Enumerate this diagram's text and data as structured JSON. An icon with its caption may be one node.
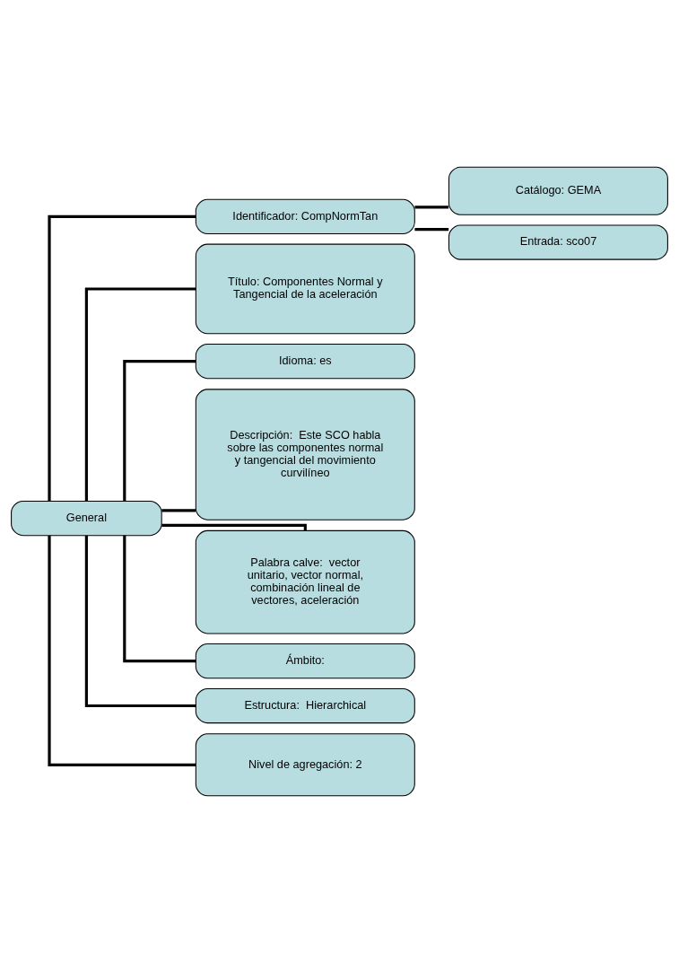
{
  "diagram": {
    "nodes": [
      {
        "text": [
          "General"
        ]
      },
      {
        "text": [
          "Identificador: CompNormTan"
        ]
      },
      {
        "text": [
          "Catálogo: GEMA"
        ]
      },
      {
        "text": [
          "Entrada: sco07"
        ]
      },
      {
        "text": [
          "Título: Componentes Normal y Tangencial de la aceleración"
        ]
      },
      {
        "text": [
          "Idioma: es"
        ]
      },
      {
        "text": [
          "Descripción:  Este SCO habla sobre las componentes normal y tangencial del movimiento curvilíneo"
        ]
      },
      {
        "text": [
          "Palabra calve:  vector unitario, vector normal, combinación lineal de vectores, aceleración"
        ]
      },
      {
        "text": [
          "Ámbito:"
        ]
      },
      {
        "text": [
          "Estructura:  Hierarchical"
        ]
      },
      {
        "text": [
          "Nivel de agregación: 2"
        ]
      }
    ],
    "edges": [
      {
        "from": 0,
        "to": 1,
        "arrow": "none"
      },
      {
        "from": 1,
        "to": 2,
        "arrow": "none"
      },
      {
        "from": 1,
        "to": 3,
        "arrow": "none"
      },
      {
        "from": 0,
        "to": 4,
        "arrow": "none"
      },
      {
        "from": 0,
        "to": 5,
        "arrow": "none"
      },
      {
        "from": 0,
        "to": 6,
        "arrow": "none"
      },
      {
        "from": 0,
        "to": 7,
        "arrow": "none"
      },
      {
        "from": 0,
        "to": 8,
        "arrow": "none"
      },
      {
        "from": 0,
        "to": 9,
        "arrow": "none"
      },
      {
        "from": 0,
        "to": 10,
        "arrow": "none"
      }
    ]
  }
}
